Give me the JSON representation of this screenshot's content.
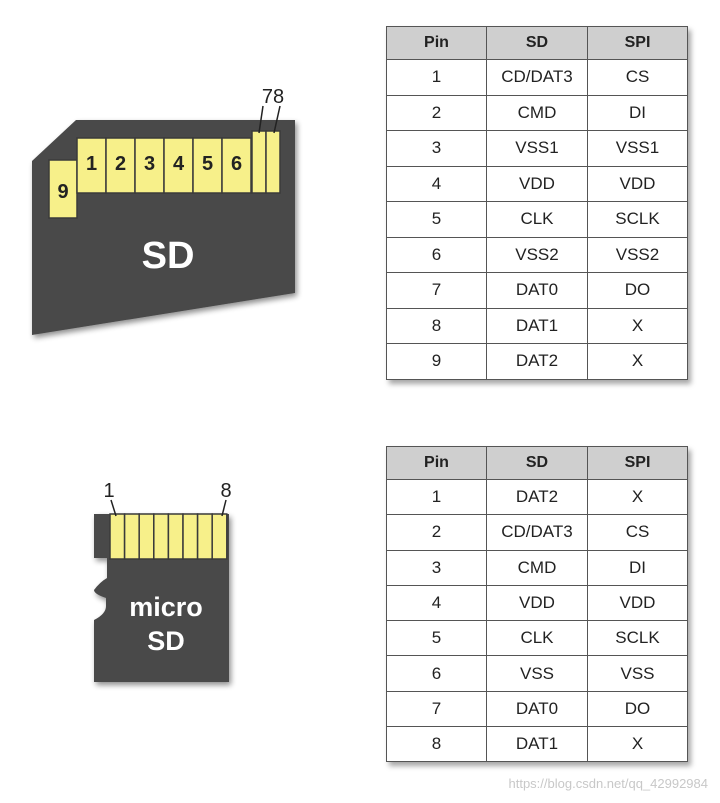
{
  "sd_card": {
    "label": "SD",
    "contacts": [
      "1",
      "2",
      "3",
      "4",
      "5",
      "6"
    ],
    "pin9": "9",
    "narrow_label": "78",
    "card_color": "#4a4a4a",
    "contact_color": "#f7f08a"
  },
  "micro_card": {
    "label_line1": "micro",
    "label_line2": "SD",
    "pin_first": "1",
    "pin_last": "8",
    "contact_count": 8
  },
  "sd_table": {
    "headers": [
      "Pin",
      "SD",
      "SPI"
    ],
    "rows": [
      [
        "1",
        "CD/DAT3",
        "CS"
      ],
      [
        "2",
        "CMD",
        "DI"
      ],
      [
        "3",
        "VSS1",
        "VSS1"
      ],
      [
        "4",
        "VDD",
        "VDD"
      ],
      [
        "5",
        "CLK",
        "SCLK"
      ],
      [
        "6",
        "VSS2",
        "VSS2"
      ],
      [
        "7",
        "DAT0",
        "DO"
      ],
      [
        "8",
        "DAT1",
        "X"
      ],
      [
        "9",
        "DAT2",
        "X"
      ]
    ]
  },
  "micro_table": {
    "headers": [
      "Pin",
      "SD",
      "SPI"
    ],
    "rows": [
      [
        "1",
        "DAT2",
        "X"
      ],
      [
        "2",
        "CD/DAT3",
        "CS"
      ],
      [
        "3",
        "CMD",
        "DI"
      ],
      [
        "4",
        "VDD",
        "VDD"
      ],
      [
        "5",
        "CLK",
        "SCLK"
      ],
      [
        "6",
        "VSS",
        "VSS"
      ],
      [
        "7",
        "DAT0",
        "DO"
      ],
      [
        "8",
        "DAT1",
        "X"
      ]
    ]
  },
  "watermark": "https://blog.csdn.net/qq_42992984"
}
